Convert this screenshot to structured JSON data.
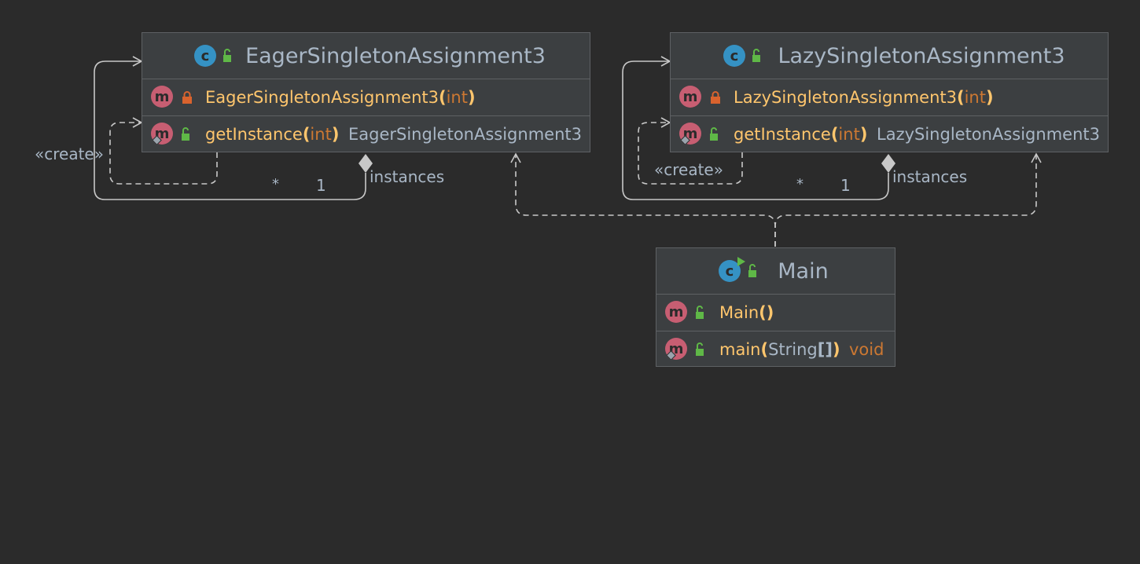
{
  "diagram": {
    "classes": [
      {
        "id": "eager",
        "name": "EagerSingletonAssignment3",
        "class_icon": "class-icon",
        "visibility": "public",
        "members": [
          {
            "icon": "method-icon",
            "visibility": "private",
            "name": "EagerSingletonAssignment3",
            "open": "(",
            "param": "int",
            "close": ")",
            "return_type": ""
          },
          {
            "icon": "method-icon",
            "static": true,
            "visibility": "public",
            "name": "getInstance",
            "open": "(",
            "param": "int",
            "close": ")",
            "return_type": "EagerSingletonAssignment3"
          }
        ]
      },
      {
        "id": "lazy",
        "name": "LazySingletonAssignment3",
        "class_icon": "class-icon",
        "visibility": "public",
        "members": [
          {
            "icon": "method-icon",
            "visibility": "private",
            "name": "LazySingletonAssignment3",
            "open": "(",
            "param": "int",
            "close": ")",
            "return_type": ""
          },
          {
            "icon": "method-icon",
            "static": true,
            "visibility": "public",
            "name": "getInstance",
            "open": "(",
            "param": "int",
            "close": ")",
            "return_type": "LazySingletonAssignment3"
          }
        ]
      },
      {
        "id": "main",
        "name": "Main",
        "class_icon": "runnable-class-icon",
        "visibility": "public",
        "members": [
          {
            "icon": "method-icon",
            "visibility": "public",
            "name": "Main",
            "open": "(",
            "param": "",
            "close": ")",
            "return_type": ""
          },
          {
            "icon": "method-icon",
            "static": true,
            "visibility": "public",
            "name": "main",
            "open": "(",
            "param": "String",
            "brackets": "[]",
            "close": ")",
            "return_type": "void"
          }
        ]
      }
    ],
    "labels": {
      "eager_create": "«create»",
      "lazy_create": "«create»",
      "eager_many": "*",
      "eager_one": "1",
      "eager_role": "instances",
      "lazy_many": "*",
      "lazy_one": "1",
      "lazy_role": "instances"
    },
    "colors": {
      "background": "#2b2b2b",
      "box": "#3c3f41",
      "border": "#5e6164",
      "method_icon": "#c75e72",
      "class_icon": "#3592c4",
      "public_lock": "#5fb847",
      "private_lock": "#d9632e",
      "method_name": "#ffc66d",
      "keyword": "#cc7832",
      "text": "#a9b7c6",
      "edge": "#c8c8c8"
    }
  }
}
